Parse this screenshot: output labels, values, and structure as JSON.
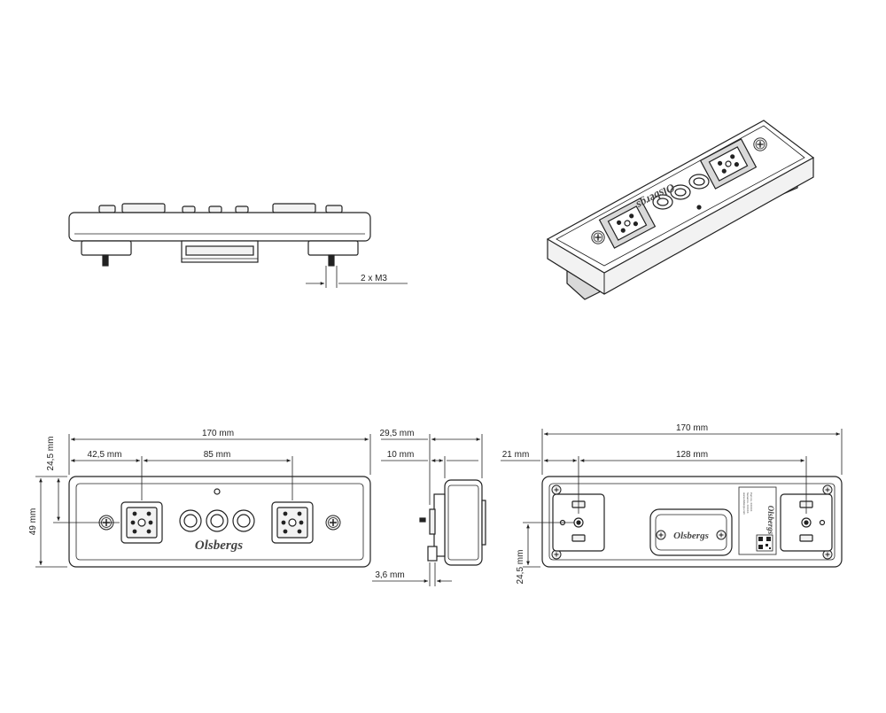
{
  "brand": {
    "logo_text": "Olsbergs"
  },
  "dimensions": {
    "screw_spec": "2 x M3",
    "overall_length": "170 mm",
    "overall_height": "49 mm",
    "half_height": "24,5 mm",
    "edge_to_connector": "42,5 mm",
    "connector_spacing": "85 mm",
    "depth": "29,5 mm",
    "body_depth": "10 mm",
    "flange": "3,6 mm",
    "back_length": "170 mm",
    "back_edge_offset": "21 mm",
    "back_connector_spacing": "128 mm",
    "back_half_height": "24,5 mm"
  },
  "label": {
    "line1": "Part no. XXXXX",
    "line2": "Serial no. XXXXX",
    "line3": "www.olsbergs.com"
  },
  "colors": {
    "stroke": "#222222",
    "fill_light": "#f2f2f2",
    "fill_mid": "#d9d9d9",
    "background": "#ffffff"
  }
}
